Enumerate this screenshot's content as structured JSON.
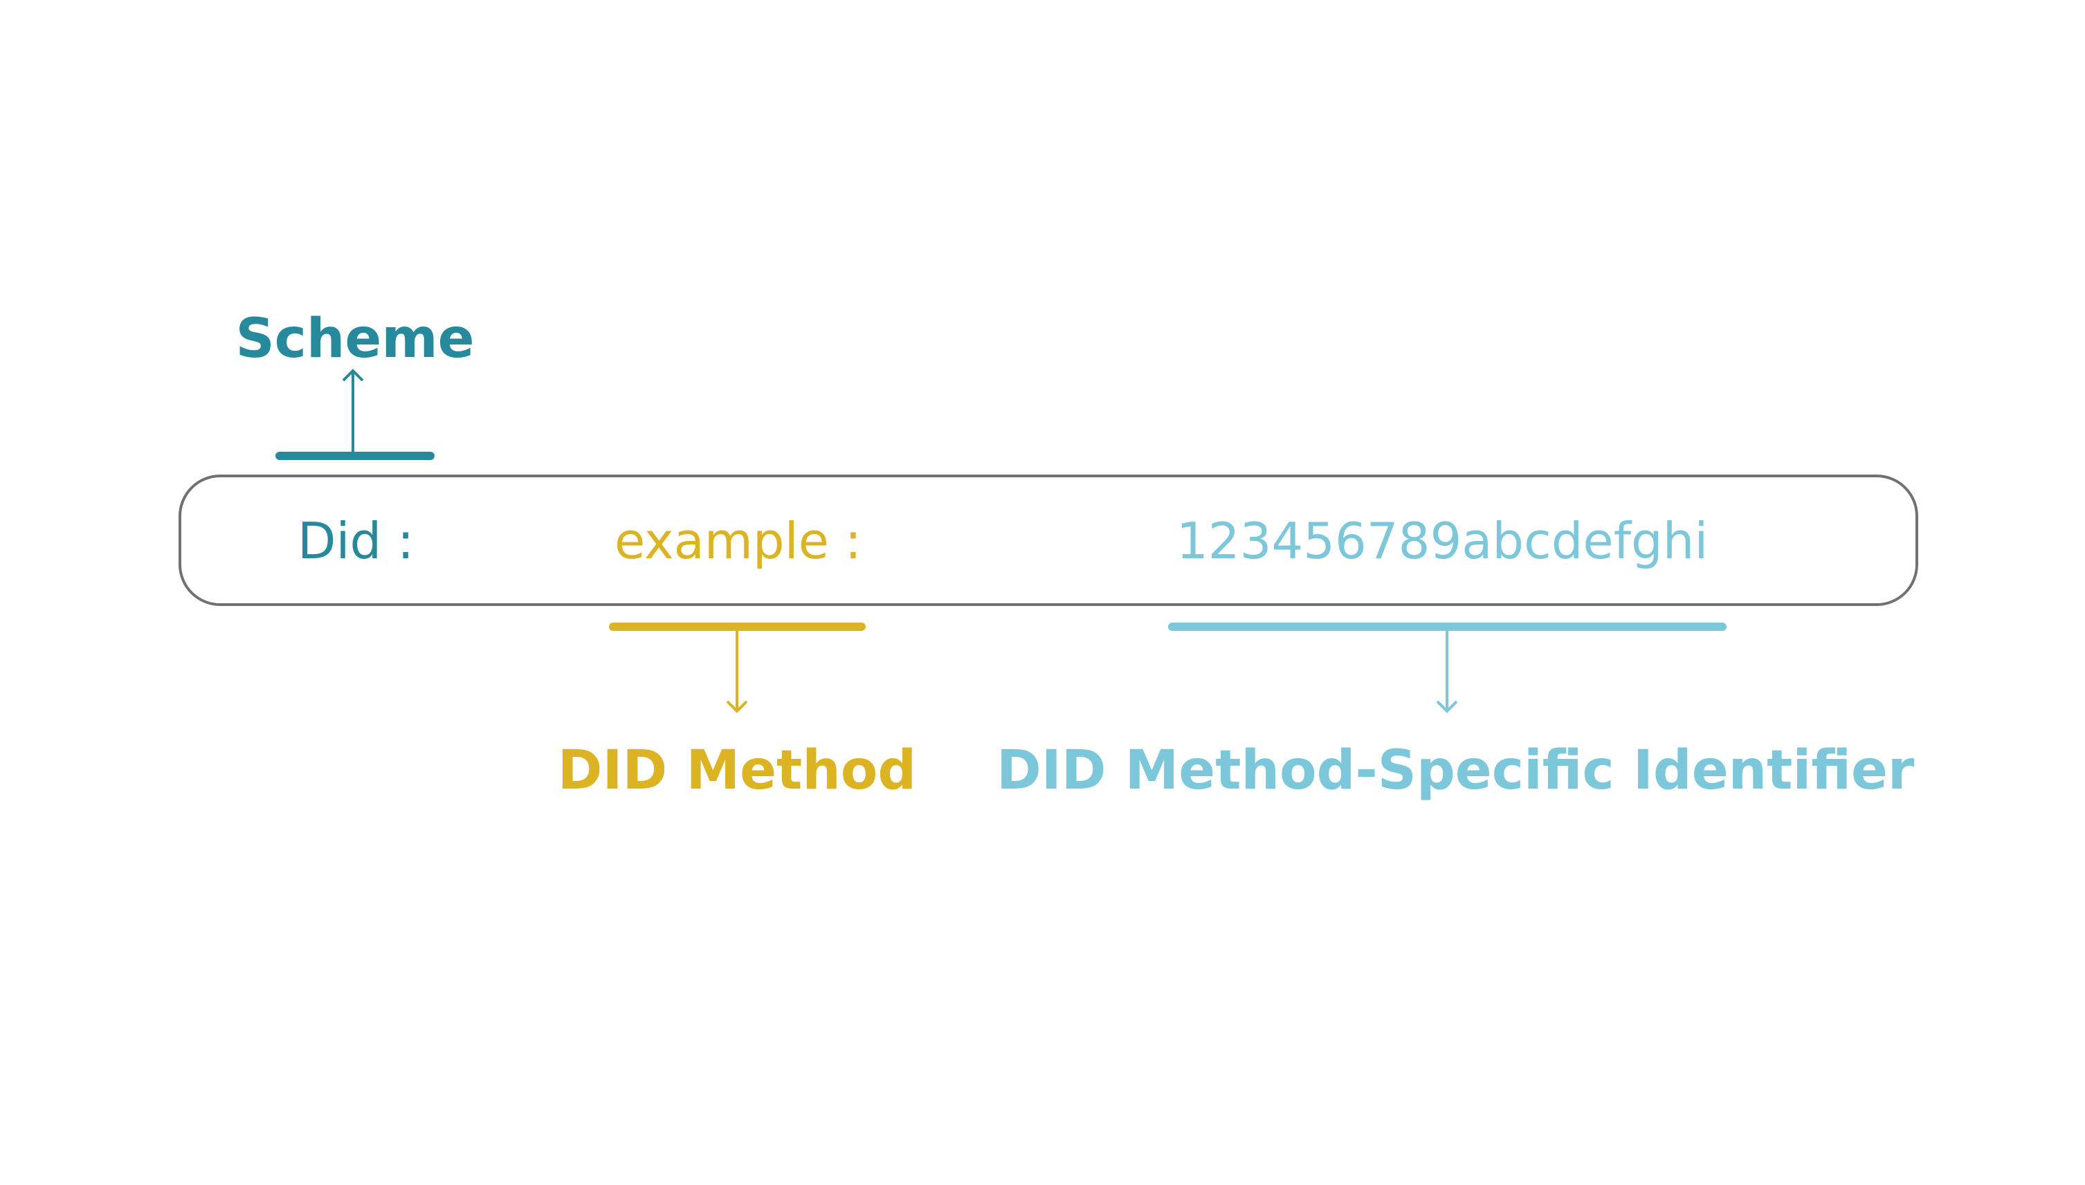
{
  "colors": {
    "scheme": "#268a9c",
    "method": "#dcb423",
    "identifier": "#7cc8da",
    "box_border": "#717171"
  },
  "identifier": {
    "scheme_part": "Did :",
    "method_part": "example :",
    "specific_part": "123456789abcdefghi"
  },
  "labels": {
    "scheme": "Scheme",
    "method": "DID Method",
    "specific": "DID Method-Specific Identifier"
  }
}
